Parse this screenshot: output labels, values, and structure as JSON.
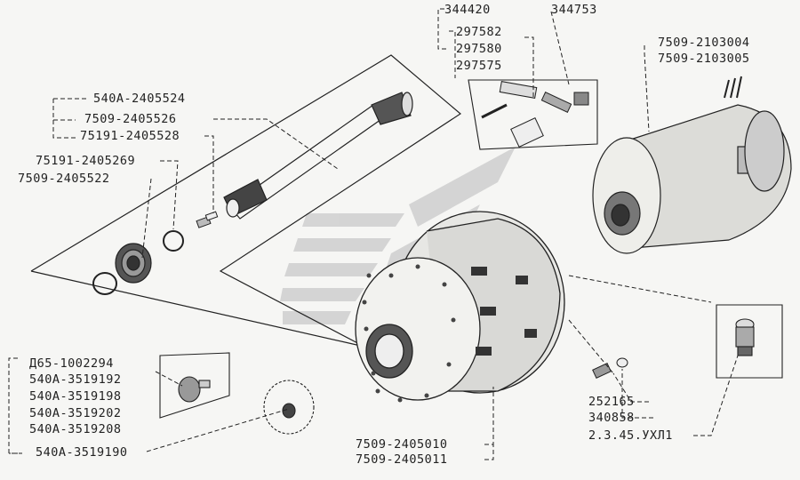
{
  "labels": {
    "l344420": "344420",
    "l344753": "344753",
    "l297582": "297582",
    "l297580": "297580",
    "l297575": "297575",
    "l7509_2103004": "7509-2103004",
    "l7509_2103005": "7509-2103005",
    "l540A_2405524": "540A-2405524",
    "l7509_2405526": "7509-2405526",
    "l75191_2405528": "75191-2405528",
    "l75191_2405269": "75191-2405269",
    "l7509_2405522": "7509-2405522",
    "lD65_1002294": "Д65-1002294",
    "l540A_3519192": "540А-3519192",
    "l540A_3519198": "540А-3519198",
    "l540A_3519202": "540А-3519202",
    "l540A_3519208": "540А-3519208",
    "l540A_3519190": "540А-3519190",
    "l7509_2405010": "7509-2405010",
    "l7509_2405011": "7509-2405011",
    "l252165": "252165",
    "l340858": "340858",
    "l2345": "2.3.45.УХЛ1"
  },
  "colors": {
    "line": "#222222",
    "watermark": "#c8c8c8",
    "background": "#f6f6f4"
  }
}
